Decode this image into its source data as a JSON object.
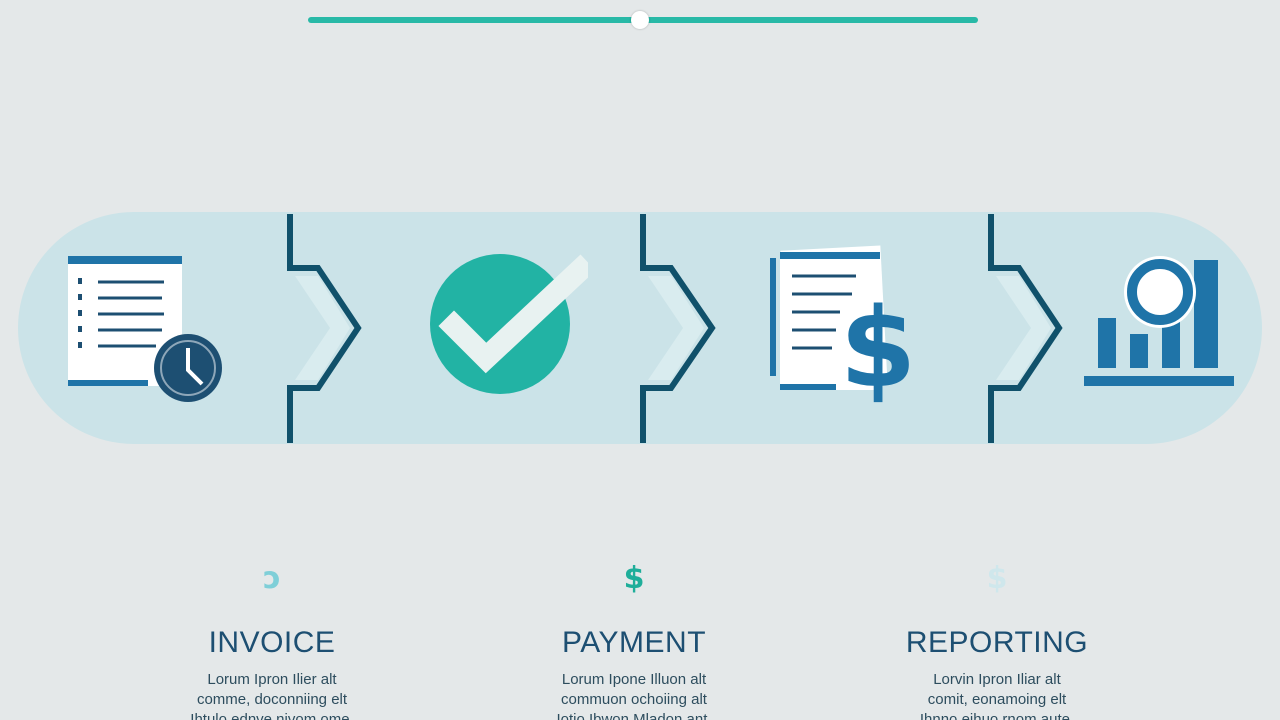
{
  "slider": {
    "value_fraction": 0.5,
    "track_color": "#28b9a7",
    "thumb_color": "#ffffff"
  },
  "band": {
    "background_color": "#cbe3e8",
    "separator_color": "#10516b",
    "steps": [
      {
        "icon": "invoice-document-clock-icon"
      },
      {
        "icon": "checkmark-circle-icon"
      },
      {
        "icon": "payment-document-dollar-icon"
      },
      {
        "icon": "reporting-bar-chart-icon"
      }
    ]
  },
  "steps": [
    {
      "small_icon": "partial-dollar-icon",
      "small_icon_glyph": "ɔ",
      "small_icon_color": "#7fcfd8",
      "title": "INVOICE",
      "description": "Lorum Ipron Ilier alt\ncomme, doconniing elt\nIhtulo ednve nivom ome."
    },
    {
      "small_icon": "dollar-icon",
      "small_icon_glyph": "$",
      "small_icon_color": "#1fae9a",
      "title": "PAYMENT",
      "description": "Lorum Ipone Illuon alt\ncommuon ochoiing alt\nIotio Ibwon Mladon ant."
    },
    {
      "small_icon": "faded-dollar-icon",
      "small_icon_glyph": "$",
      "small_icon_color": "#cfe7ec",
      "title": "REPORTING",
      "description": "Lorvin Ipron Iliar alt\ncomit, eonamoing elt\nIhnno eihuo rnom aute."
    }
  ],
  "colors": {
    "navy": "#1d4f72",
    "teal": "#28b9a7",
    "blue": "#1f74a8",
    "page_bg": "#e4e8e9"
  }
}
